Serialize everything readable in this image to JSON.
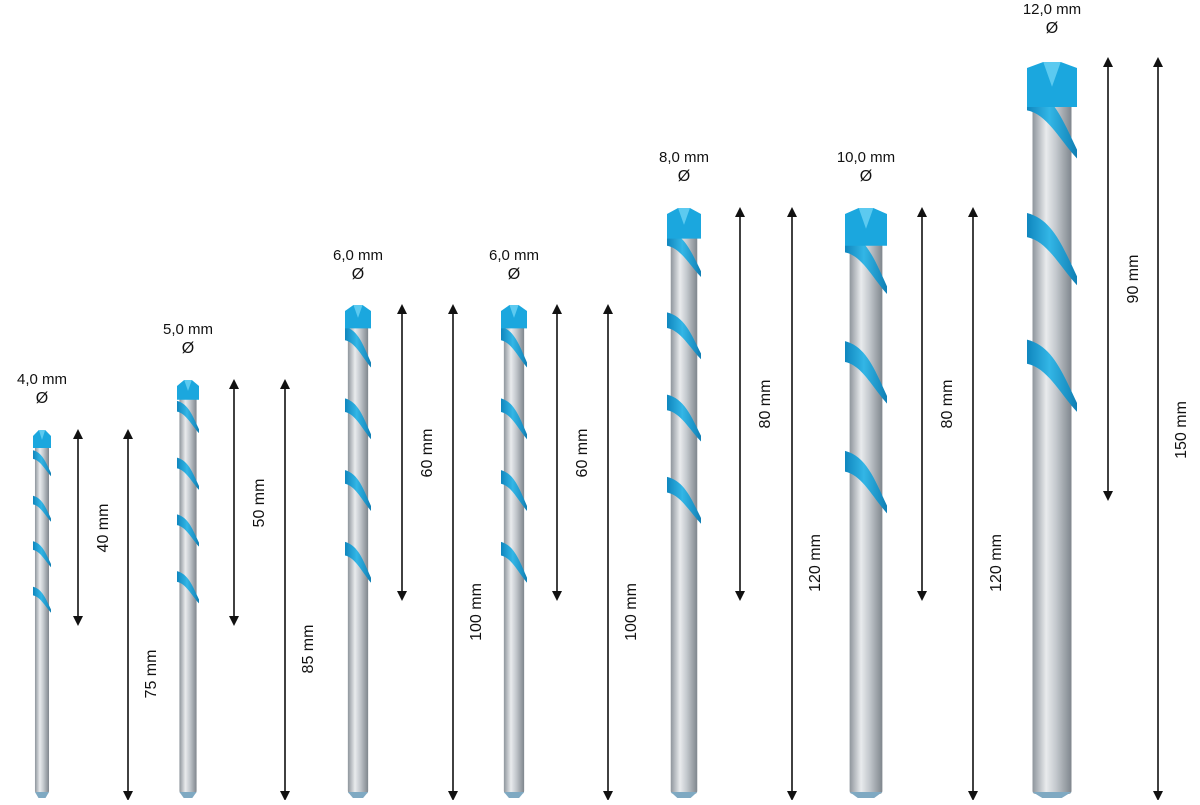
{
  "colors": {
    "flute": "#1aa3db",
    "flute_dark": "#0f7fb4",
    "shank": "#b8bdc2",
    "shank_light": "#e6e8ea",
    "arrow": "#111111"
  },
  "diameter_symbol": "Ø",
  "bits": [
    {
      "diameter": "4,0 mm",
      "flute_length": "40 mm",
      "total_length": "75 mm"
    },
    {
      "diameter": "5,0 mm",
      "flute_length": "50 mm",
      "total_length": "85 mm"
    },
    {
      "diameter": "6,0 mm",
      "flute_length": "60 mm",
      "total_length": "100 mm"
    },
    {
      "diameter": "6,0 mm",
      "flute_length": "60 mm",
      "total_length": "100 mm"
    },
    {
      "diameter": "8,0 mm",
      "flute_length": "80 mm",
      "total_length": "120 mm"
    },
    {
      "diameter": "10,0 mm",
      "flute_length": "80 mm",
      "total_length": "120 mm"
    },
    {
      "diameter": "12,0 mm",
      "flute_length": "90 mm",
      "total_length": "150 mm"
    }
  ]
}
